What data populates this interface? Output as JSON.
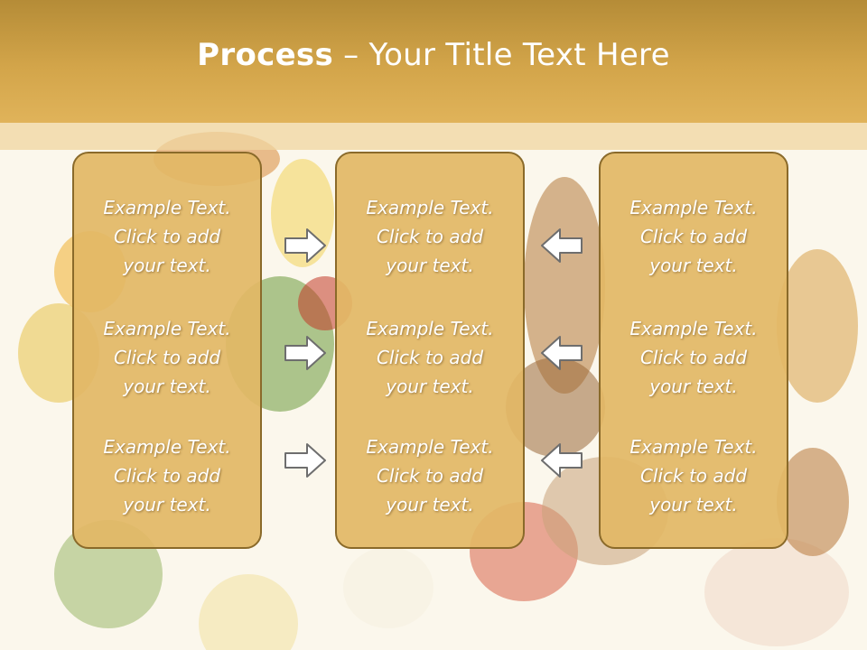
{
  "title": {
    "bold": "Process",
    "separator": " – ",
    "rest": "Your Title Text Here"
  },
  "panels": [
    {
      "items": [
        {
          "line1": "Example Text.",
          "line2": "Click  to add",
          "line3": "your text."
        },
        {
          "line1": "Example Text.",
          "line2": "Click  to add",
          "line3": "your text."
        },
        {
          "line1": "Example Text.",
          "line2": "Click  to add",
          "line3": "your text."
        }
      ]
    },
    {
      "items": [
        {
          "line1": "Example Text.",
          "line2": "Click  to add",
          "line3": "your text."
        },
        {
          "line1": "Example Text.",
          "line2": "Click  to add",
          "line3": "your text."
        },
        {
          "line1": "Example Text.",
          "line2": "Click  to add",
          "line3": "your text."
        }
      ]
    },
    {
      "items": [
        {
          "line1": "Example Text.",
          "line2": "Click  to add",
          "line3": "your text."
        },
        {
          "line1": "Example Text.",
          "line2": "Click  to add",
          "line3": "your text."
        },
        {
          "line1": "Example Text.",
          "line2": "Click  to add",
          "line3": "your text."
        }
      ]
    }
  ],
  "arrows": {
    "left_column": "arrow-right-icon",
    "right_column": "arrow-left-icon"
  },
  "colors": {
    "title_bar": "#d3a54a",
    "panel_fill": "#e2b765",
    "panel_border": "#8a6a2a",
    "text": "#ffffff"
  }
}
